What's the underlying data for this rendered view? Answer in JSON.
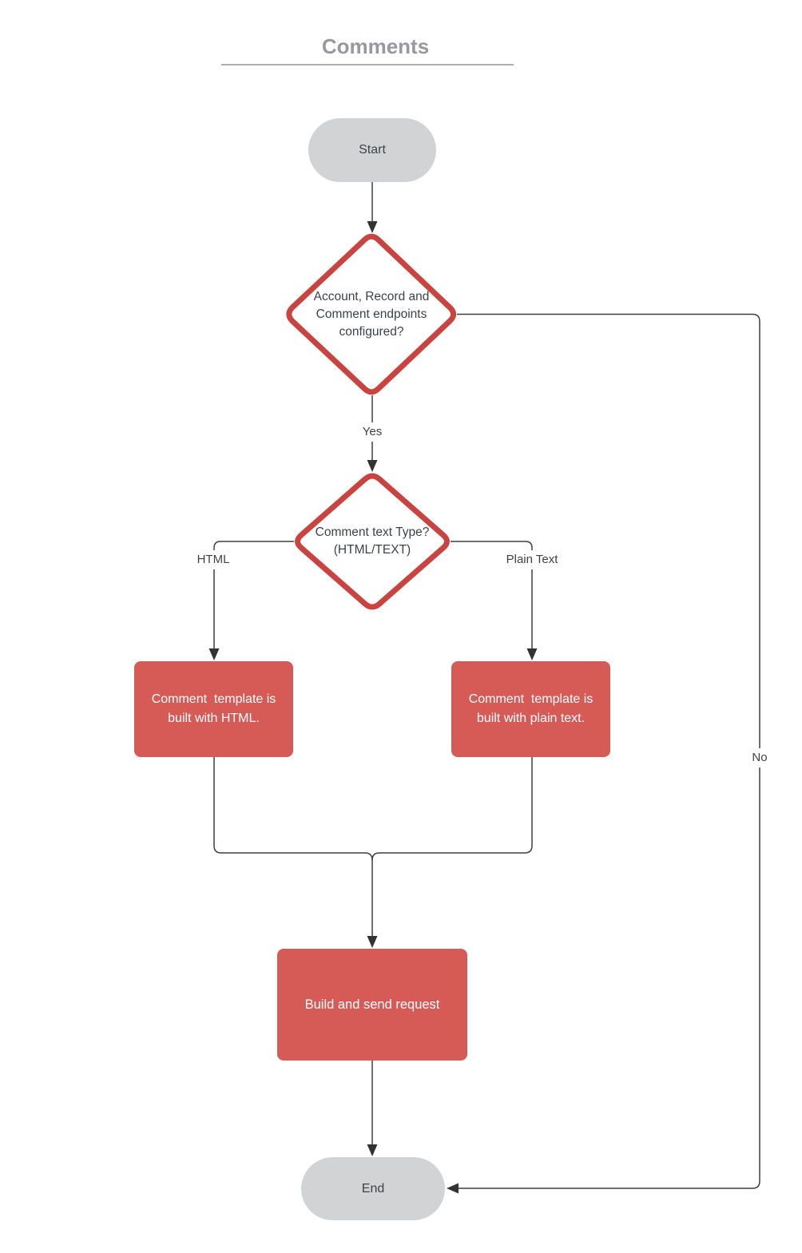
{
  "title": "Comments",
  "nodes": {
    "start": {
      "type": "terminal",
      "label": "Start"
    },
    "decision_endpoints": {
      "type": "decision",
      "label": "Account, Record and\nComment endpoints\nconfigured?"
    },
    "decision_texttype": {
      "type": "decision",
      "label": "Comment text Type?\n(HTML/TEXT)"
    },
    "process_html": {
      "type": "process",
      "label": "Comment  template is\nbuilt with HTML."
    },
    "process_plain": {
      "type": "process",
      "label": "Comment  template is\nbuilt with plain text."
    },
    "process_build": {
      "type": "process",
      "label": "Build and send request"
    },
    "end": {
      "type": "terminal",
      "label": "End"
    }
  },
  "edge_labels": {
    "yes": "Yes",
    "no": "No",
    "html": "HTML",
    "plain": "Plain Text"
  },
  "edges": [
    {
      "from": "start",
      "to": "decision_endpoints",
      "label": ""
    },
    {
      "from": "decision_endpoints",
      "to": "decision_texttype",
      "label": "Yes"
    },
    {
      "from": "decision_endpoints",
      "to": "end",
      "label": "No"
    },
    {
      "from": "decision_texttype",
      "to": "process_html",
      "label": "HTML"
    },
    {
      "from": "decision_texttype",
      "to": "process_plain",
      "label": "Plain Text"
    },
    {
      "from": "process_html",
      "to": "process_build",
      "label": ""
    },
    {
      "from": "process_plain",
      "to": "process_build",
      "label": ""
    },
    {
      "from": "process_build",
      "to": "end",
      "label": ""
    }
  ],
  "colors": {
    "process_fill": "#D65B57",
    "decision_border": "#C94440",
    "terminal_fill": "#D2D3D5",
    "connector": "#3F3F3F",
    "arrowhead": "#333333",
    "title_text": "#97999E",
    "node_text": "#3E4247"
  }
}
